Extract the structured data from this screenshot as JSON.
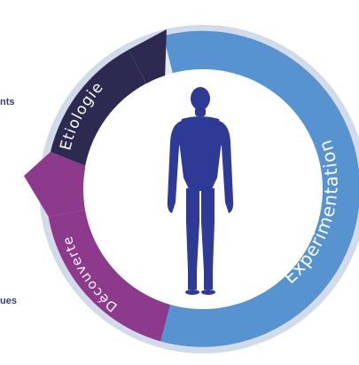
{
  "side_labels": {
    "top": "nts",
    "bottom": "ues"
  },
  "cycle": {
    "segments": [
      {
        "label": "Etiologie",
        "color": "#2d2a52"
      },
      {
        "label": "Découverte",
        "color": "#8e3a8c"
      },
      {
        "label": "Experimentation",
        "color": "#5693d0"
      }
    ],
    "center_icon": "human-figure-icon",
    "colors": {
      "inner_disc": "#ffffff",
      "figure": "#2e3a96",
      "outer_halo": "#dfe7f2",
      "arrow": "#2d2a52"
    }
  }
}
